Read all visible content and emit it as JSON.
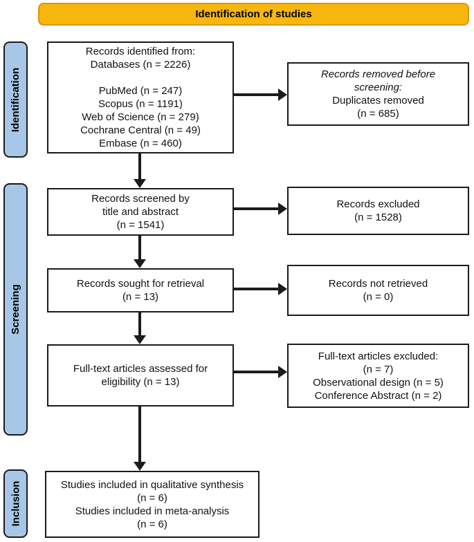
{
  "colors": {
    "banner_fill": "#F7B70D",
    "banner_border": "#D9980B",
    "stage_fill": "#A7C7E8",
    "box_border": "#1A1A1A",
    "arrow": "#1C1C1C",
    "background": "#FFFFFF"
  },
  "banner": {
    "title": "Identification of studies"
  },
  "stages": {
    "identification": "Identification",
    "screening": "Screening",
    "inclusion": "Inclusion"
  },
  "boxes": {
    "records_identified": {
      "lines": {
        "0": "Records identified from:",
        "1": "Databases (n = 2226)",
        "2": "",
        "3": "PubMed (n = 247)",
        "4": "Scopus (n = 1191)",
        "5": "Web of Science (n = 279)",
        "6": "Cochrane Central (n = 49)",
        "7": "Embase (n = 460)"
      }
    },
    "records_removed": {
      "lines": {
        "0": "Records removed before",
        "1": "screening:",
        "2": "Duplicates removed",
        "3": "(n = 685)"
      }
    },
    "records_screened": {
      "lines": {
        "0": "Records screened by",
        "1": "title and abstract",
        "2": "(n = 1541)"
      }
    },
    "records_excluded": {
      "lines": {
        "0": "Records excluded",
        "1": "(n = 1528)"
      }
    },
    "records_sought": {
      "lines": {
        "0": "Records sought for retrieval",
        "1": "(n = 13)"
      }
    },
    "records_not_retrieved": {
      "lines": {
        "0": "Records not retrieved",
        "1": "(n = 0)"
      }
    },
    "fulltext_assessed": {
      "lines": {
        "0": "Full-text articles assessed for",
        "1": "eligibility (n = 13)"
      }
    },
    "fulltext_excluded": {
      "lines": {
        "0": "Full-text articles excluded:",
        "1": "(n = 7)",
        "2": "Observational design (n = 5)",
        "3": "Conference Abstract (n = 2)"
      }
    },
    "studies_included": {
      "lines": {
        "0": "Studies included in qualitative synthesis",
        "1": "(n = 6)",
        "2": "Studies included in meta-analysis",
        "3": "(n = 6)"
      }
    }
  }
}
